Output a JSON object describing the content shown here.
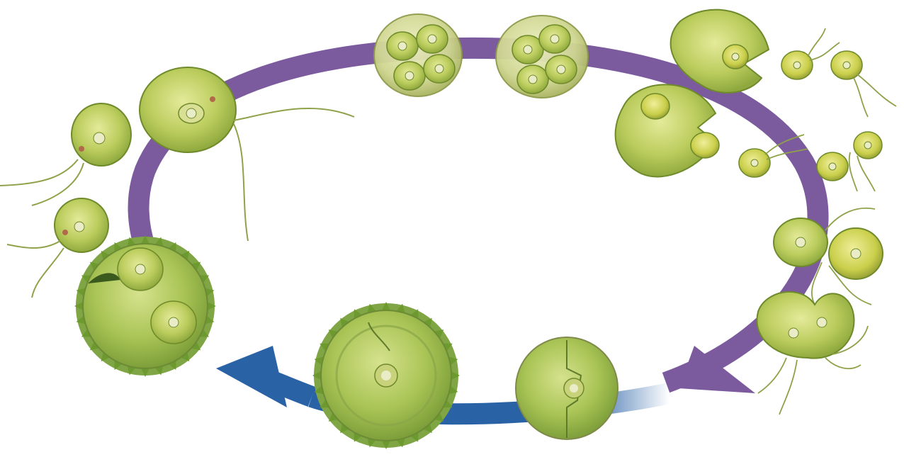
{
  "diagram": {
    "kind": "life-cycle",
    "text_labels": [],
    "colors": {
      "haploid_arrow": "#7b5a9e",
      "diploid_arrow": "#2a62a6",
      "cell_fill": "#b8c95a",
      "cell_fill_light": "#d8e07c",
      "cell_edge": "#6f8a2a",
      "zygospore_fill": "#9fb84a",
      "zygospore_spike": "#6d9a2e",
      "nucleus": "#e9ecc6",
      "eyespot": "#b06a4a",
      "flagellum": "#8fa24a",
      "background": "#ffffff"
    },
    "stages": [
      {
        "name": "mature-cell-top-left",
        "icon": "flagellate-cell"
      },
      {
        "name": "two-flagellate-cells-left",
        "icon": "flagellate-cell"
      },
      {
        "name": "cell-emerging-from-zygospore",
        "icon": "flagellate-cell"
      },
      {
        "name": "germinating-zygospore",
        "icon": "spiky-zygospore"
      },
      {
        "name": "zygospore",
        "icon": "spiky-zygospore"
      },
      {
        "name": "young-zygote-dividing",
        "icon": "zygote"
      },
      {
        "name": "fusing-gametes",
        "icon": "gamete-pair"
      },
      {
        "name": "paired-gametes",
        "icon": "gamete-pair"
      },
      {
        "name": "released-gametes",
        "icon": "gamete"
      },
      {
        "name": "releasing-cells",
        "icon": "burst-cell"
      },
      {
        "name": "dividing-cell-four-daughters",
        "icon": "sporangium"
      },
      {
        "name": "sporangium-four-daughters",
        "icon": "sporangium"
      }
    ]
  }
}
